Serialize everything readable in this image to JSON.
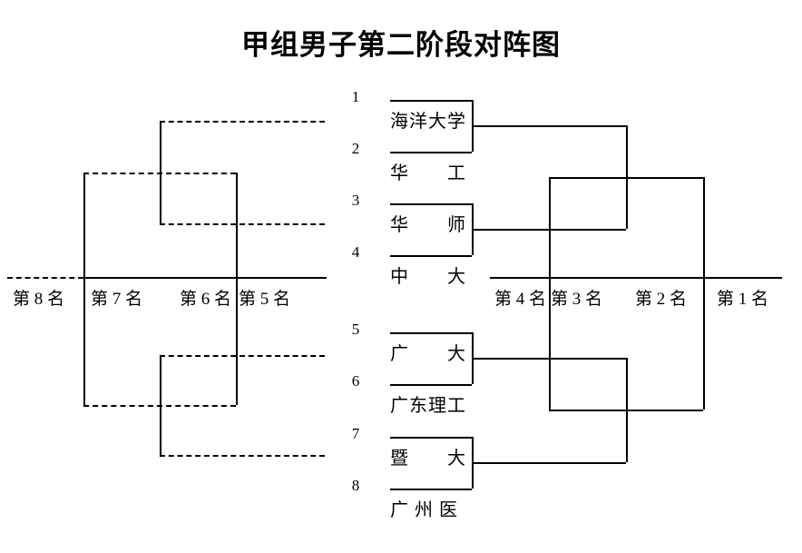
{
  "title": "甲组男子第二阶段对阵图",
  "teams": [
    {
      "seed": "1",
      "name": "海洋大学"
    },
    {
      "seed": "2",
      "name": "华　　工"
    },
    {
      "seed": "3",
      "name": "华　　师"
    },
    {
      "seed": "4",
      "name": "中　　大"
    },
    {
      "seed": "5",
      "name": "广　　大"
    },
    {
      "seed": "6",
      "name": "广东理工"
    },
    {
      "seed": "7",
      "name": "暨　　大"
    },
    {
      "seed": "8",
      "name": "广 州 医"
    }
  ],
  "placements": {
    "left": [
      "第 8 名",
      "第 7 名",
      "第 6 名",
      "第 5 名"
    ],
    "right": [
      "第 4 名",
      "第 3 名",
      "第 2 名",
      "第 1 名"
    ]
  },
  "colors": {
    "line": "#000000",
    "background": "#ffffff",
    "text": "#000000"
  }
}
